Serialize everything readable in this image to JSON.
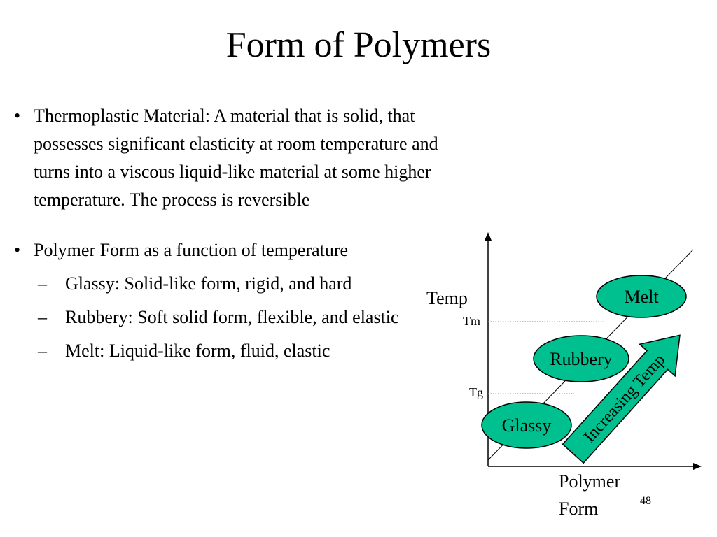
{
  "slide": {
    "title": "Form of Polymers",
    "page_number": "48"
  },
  "bullets": [
    {
      "text": "Thermoplastic Material: A material that is solid, that possesses significant elasticity at room temperature and turns into a viscous liquid-like material at some higher temperature.  The process is reversible"
    },
    {
      "text": "Polymer Form as a function of temperature",
      "sub": [
        "Glassy: Solid-like form, rigid, and hard",
        "Rubbery: Soft solid form, flexible, and elastic",
        "Melt: Liquid-like form, fluid, elastic"
      ]
    }
  ],
  "diagram": {
    "y_axis_label": "Temp",
    "x_axis_label_line1": "Polymer",
    "x_axis_label_line2": "Form",
    "tm_label": "Tm",
    "tg_label": "Tg",
    "states": {
      "glassy": "Glassy",
      "rubbery": "Rubbery",
      "melt": "Melt"
    },
    "arrow_label": "Increasing Temp",
    "colors": {
      "fill": "#00C08F",
      "stroke": "#000000"
    }
  }
}
